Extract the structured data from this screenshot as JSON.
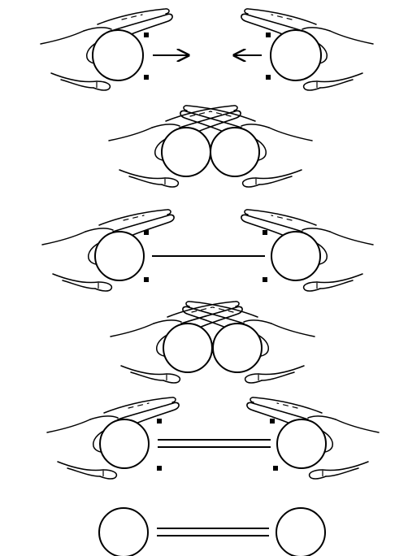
{
  "diagram": {
    "steps": [
      {
        "step": 1,
        "state": "hands-apart-moving-together",
        "connector": "arrows"
      },
      {
        "step": 2,
        "state": "hands-touching",
        "connector": "none"
      },
      {
        "step": 3,
        "state": "hands-apart-single-line",
        "connector": "single-line"
      },
      {
        "step": 4,
        "state": "hands-touching",
        "connector": "none"
      },
      {
        "step": 5,
        "state": "hands-apart-double-line",
        "connector": "double-line"
      },
      {
        "step": 6,
        "state": "circles-only-double-line",
        "connector": "double-line"
      }
    ],
    "colors": {
      "ink": "#000000",
      "background": "#ffffff"
    },
    "icons": [
      "left-hand-icon",
      "right-hand-icon",
      "circle-icon",
      "arrow-right-icon",
      "arrow-left-icon",
      "sparkle-mark-icon"
    ]
  }
}
